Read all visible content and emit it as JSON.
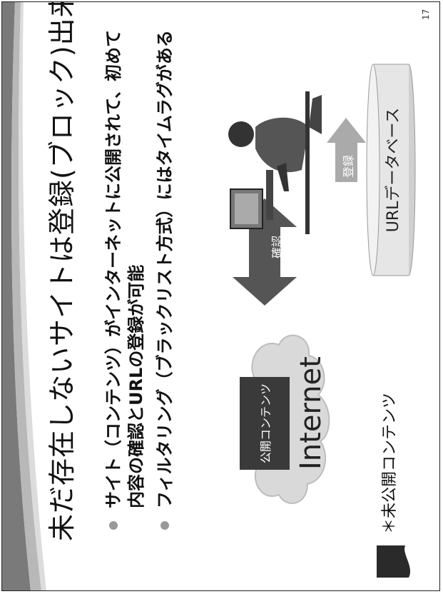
{
  "title": "未だ存在しないサイトは登録(ブロック)出来ない",
  "bullets": [
    "サイト（コンテンツ）がインターネットに公開されて、初めて内容の確認とURLの登録が可能",
    "フィルタリング（ブラックリスト方式）にはタイムラグがある"
  ],
  "diagram": {
    "public_content": "公開コンテンツ",
    "internet": "Internet",
    "confirm": "確認",
    "register": "登録",
    "database": "URLデータベース"
  },
  "legend": "＊未公開コンテンツ",
  "page_number": "17"
}
